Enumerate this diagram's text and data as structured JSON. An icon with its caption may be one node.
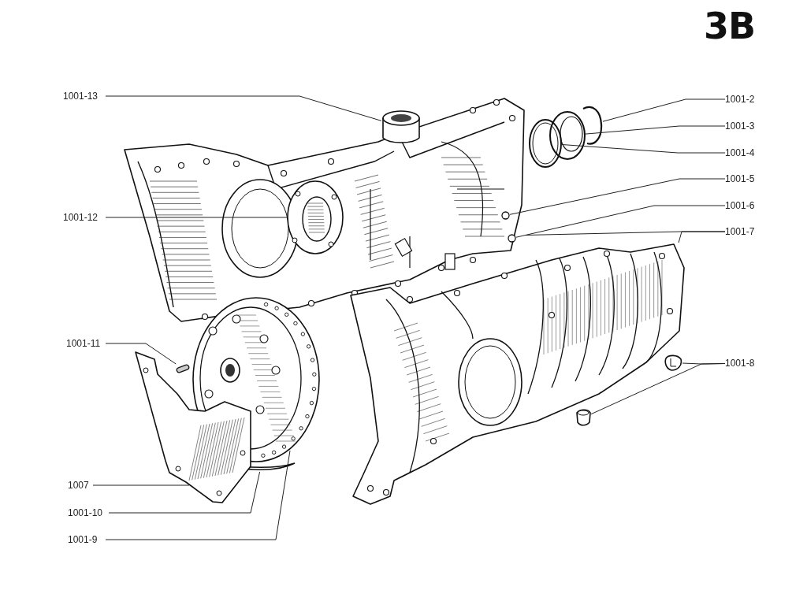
{
  "diagram": {
    "title": "3B",
    "nodes": [
      {
        "text": [
          "1001-13"
        ]
      },
      {
        "text": [
          "1001-2"
        ]
      },
      {
        "text": [
          "1001-3"
        ]
      },
      {
        "text": [
          "1001-4"
        ]
      },
      {
        "text": [
          "1001-5"
        ]
      },
      {
        "text": [
          "1001-6"
        ]
      },
      {
        "text": [
          "1001-7"
        ]
      },
      {
        "text": [
          "1001-12"
        ]
      },
      {
        "text": [
          "1001-11"
        ]
      },
      {
        "text": [
          "1001-8"
        ]
      },
      {
        "text": [
          "1007"
        ]
      },
      {
        "text": [
          "1001-10"
        ]
      },
      {
        "text": [
          "1001-9"
        ]
      },
      {
        "text": [],
        "shape": "picture"
      },
      {
        "text": [],
        "shape": "cylinder",
        "in": 13
      },
      {
        "text": [],
        "shape": "picture"
      },
      {
        "text": [],
        "shape": "picture"
      },
      {
        "text": [],
        "shape": "picture"
      },
      {
        "text": [],
        "shape": "circle",
        "in": 13
      },
      {
        "text": [],
        "shape": "circle",
        "in": 13
      },
      {
        "text": [],
        "shape": "picture"
      },
      {
        "text": [],
        "shape": "picture",
        "in": 13
      },
      {
        "text": [],
        "shape": "bar"
      },
      {
        "text": [],
        "shape": "picture"
      },
      {
        "text": [],
        "shape": "picture"
      },
      {
        "text": [],
        "shape": "picture"
      },
      {
        "text": [],
        "shape": "picture"
      },
      {
        "text": [],
        "shape": "picture"
      }
    ],
    "edges": [
      {
        "from": 0,
        "to": 14,
        "arrow": "none"
      },
      {
        "from": 1,
        "to": 15,
        "arrow": "none"
      },
      {
        "from": 2,
        "to": 16,
        "arrow": "none"
      },
      {
        "from": 3,
        "to": 17,
        "arrow": "none"
      },
      {
        "from": 4,
        "to": 18,
        "arrow": "none"
      },
      {
        "from": 5,
        "to": 19,
        "arrow": "none"
      },
      {
        "from": 6,
        "to": 13,
        "arrow": "none"
      },
      {
        "from": 6,
        "to": 20,
        "arrow": "none"
      },
      {
        "from": 7,
        "to": 21,
        "arrow": "none"
      },
      {
        "from": 8,
        "to": 22,
        "arrow": "none"
      },
      {
        "from": 9,
        "to": 26,
        "arrow": "none"
      },
      {
        "from": 9,
        "to": 27,
        "arrow": "none"
      },
      {
        "from": 10,
        "to": 25,
        "arrow": "none"
      },
      {
        "from": 11,
        "to": 24,
        "arrow": "none"
      },
      {
        "from": 12,
        "to": 23,
        "arrow": "none"
      }
    ]
  }
}
